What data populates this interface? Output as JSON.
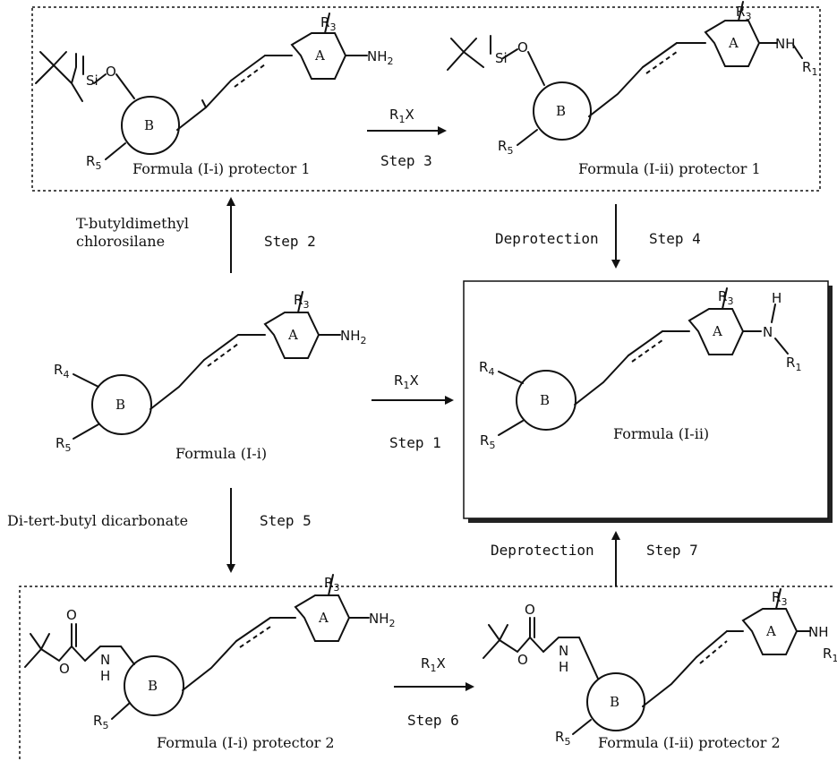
{
  "compounds": {
    "ii_i_p1": "Formula (I-i) protector 1",
    "ii_ii_p1": "Formula (I-ii) protector 1",
    "ii_i": "Formula (I-i)",
    "ii_ii": "Formula (I-ii)",
    "ii_i_p2": "Formula (I-i) protector 2",
    "ii_ii_p2": "Formula (I-ii) protector 2"
  },
  "steps": {
    "step1": "Step 1",
    "step2": "Step 2",
    "step3": "Step 3",
    "step4": "Step 4",
    "step5": "Step 5",
    "step6": "Step 6",
    "step7": "Step 7"
  },
  "reagents": {
    "tbs_line1": "T-butyldimethyl",
    "tbs_line2": "chlorosilane",
    "boc": "Di-tert-butyl dicarbonate",
    "deprotection_top": "Deprotection",
    "deprotection_bottom": "Deprotection",
    "r1x_label": "R",
    "r1x_sub": "1",
    "r1x_x": "X"
  },
  "atoms": {
    "ring_a": "A",
    "ring_b": "B",
    "r3": "R",
    "r3_sub": "3",
    "r4": "R",
    "r4_sub": "4",
    "r5": "R",
    "r5_sub": "5",
    "r1": "R",
    "r1_sub": "1",
    "nh2": "NH",
    "nh2_sub": "2",
    "nh": "NH",
    "n": "N",
    "h": "H",
    "si": "Si",
    "o": "O"
  }
}
